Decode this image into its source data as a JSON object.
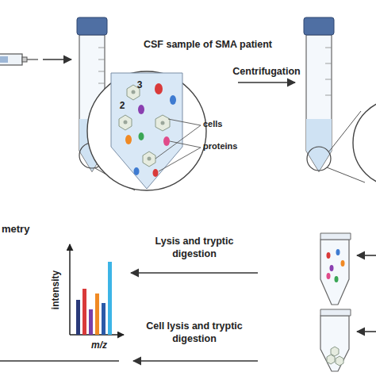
{
  "diagram": {
    "labels": [
      "CSF sample of SMA patient",
      "3",
      "2",
      "cells",
      "proteins",
      "Centrifugation",
      "metry",
      "intensity",
      "m/z",
      "Lysis and tryptic digestion",
      "Cell lysis and tryptic digestion"
    ]
  }
}
